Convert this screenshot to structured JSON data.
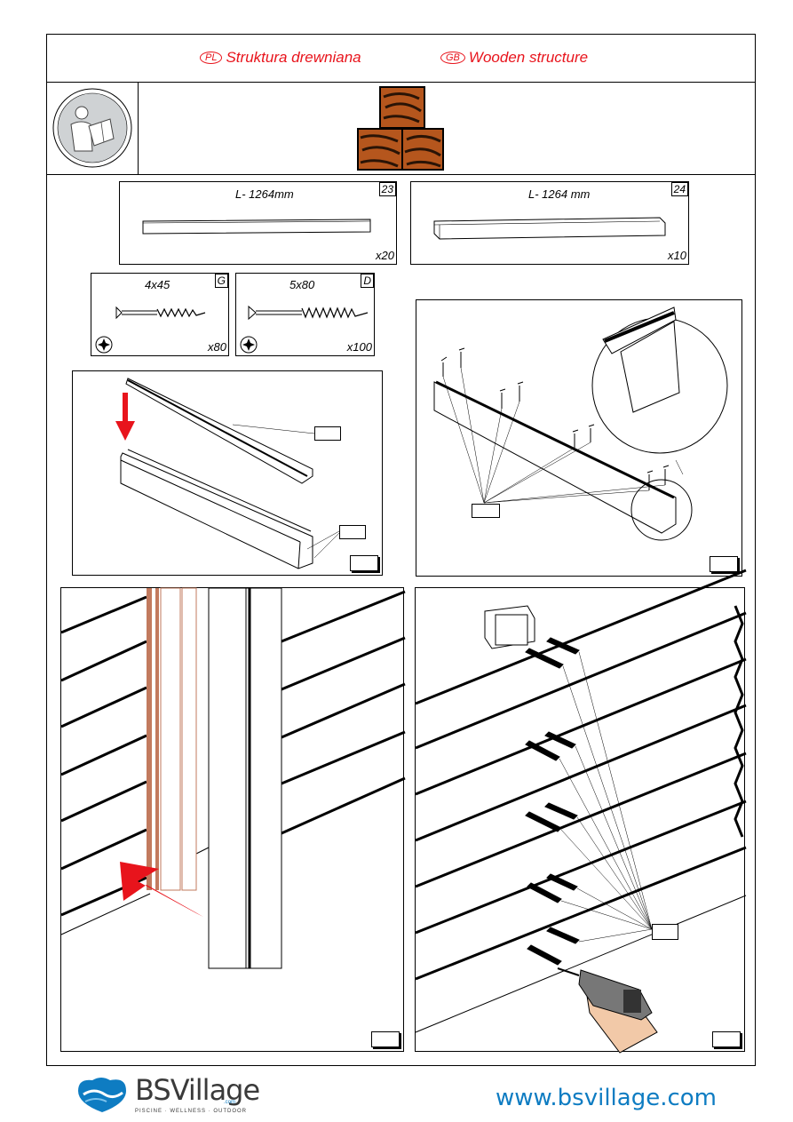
{
  "header": {
    "pl_badge": "PL",
    "pl_title": "Struktura drewniana",
    "gb_badge": "GB",
    "gb_title": "Wooden structure"
  },
  "parts": [
    {
      "code": "23",
      "length": "L- 1264mm",
      "quantity": "x20"
    },
    {
      "code": "24",
      "length": "L- 1264 mm",
      "quantity": "x10"
    }
  ],
  "screws": [
    {
      "code": "G",
      "size": "4x45",
      "quantity": "x80"
    },
    {
      "code": "D",
      "size": "5x80",
      "quantity": "x100"
    }
  ],
  "icons": {
    "manual": "read-manual-icon",
    "wood": "wood-material-icon",
    "drive": "torx-drive-icon",
    "arrow": "red-arrow-icon",
    "drill": "drill-icon"
  },
  "colors": {
    "accent_red": "#e8141c",
    "wood_brown": "#b5561d",
    "brand_blue": "#0e7cc2"
  },
  "footer": {
    "brand": "BSVillage",
    "brand_suffix": ".com",
    "tagline": "PISCINE · WELLNESS · OUTDOOR",
    "url": "www.bsvillage.com"
  }
}
